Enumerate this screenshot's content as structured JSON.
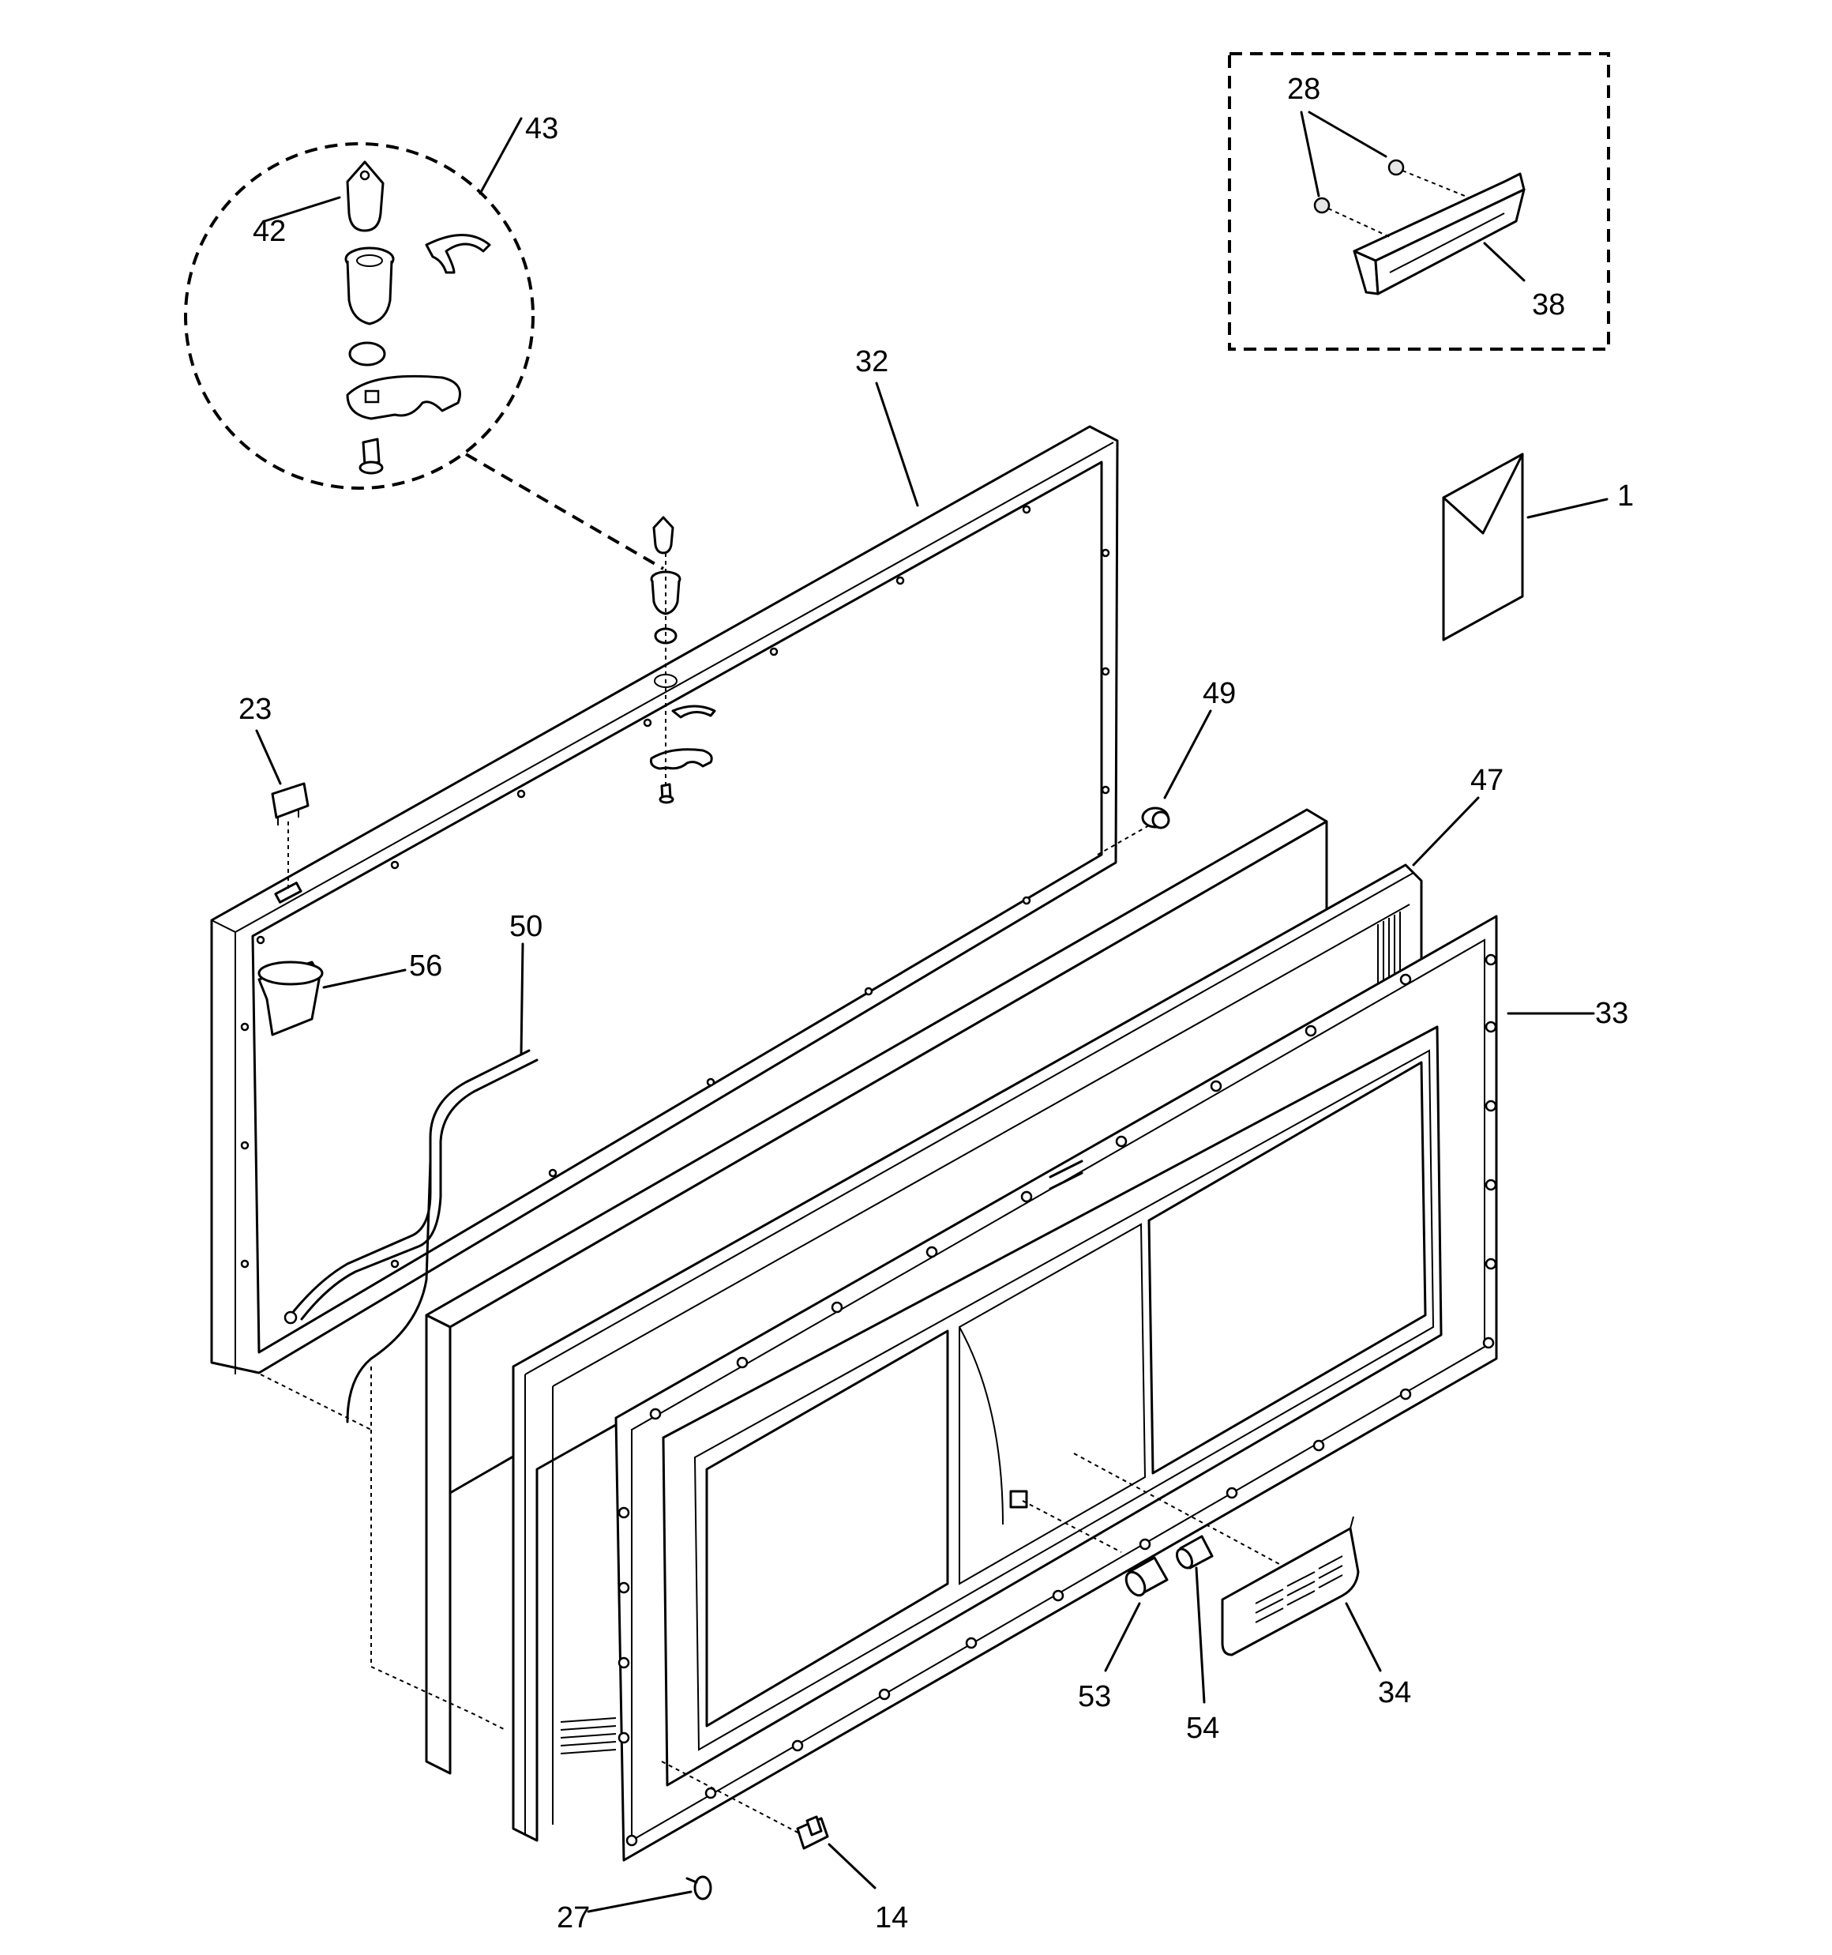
{
  "callouts": [
    {
      "id": "c1",
      "text": "1"
    },
    {
      "id": "c14",
      "text": "14"
    },
    {
      "id": "c23",
      "text": "23"
    },
    {
      "id": "c27",
      "text": "27"
    },
    {
      "id": "c28",
      "text": "28"
    },
    {
      "id": "c32",
      "text": "32"
    },
    {
      "id": "c33",
      "text": "33"
    },
    {
      "id": "c34",
      "text": "34"
    },
    {
      "id": "c38",
      "text": "38"
    },
    {
      "id": "c42",
      "text": "42"
    },
    {
      "id": "c43",
      "text": "43"
    },
    {
      "id": "c47",
      "text": "47"
    },
    {
      "id": "c49",
      "text": "49"
    },
    {
      "id": "c50",
      "text": "50"
    },
    {
      "id": "c53",
      "text": "53"
    },
    {
      "id": "c54",
      "text": "54"
    },
    {
      "id": "c56",
      "text": "56"
    }
  ]
}
